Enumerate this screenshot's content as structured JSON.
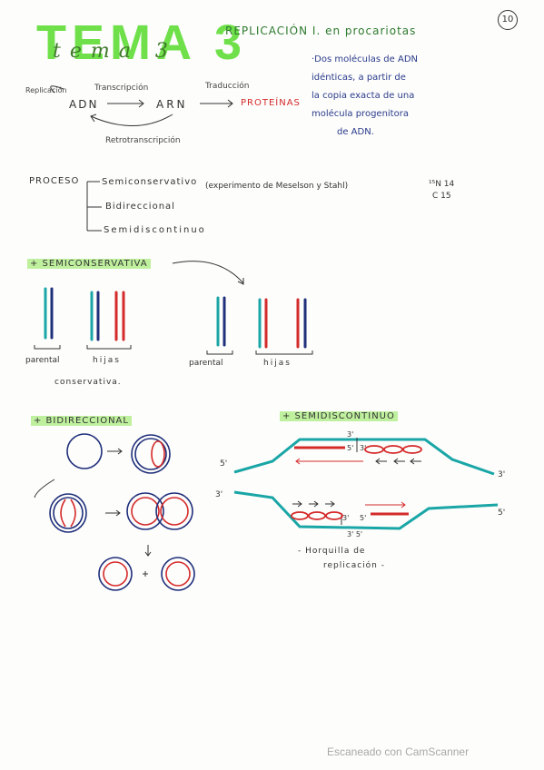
{
  "page_number": "10",
  "title": {
    "big": "TEMA 3",
    "script": "tema 3"
  },
  "subtitle": "REPLICACIÓN I. en procariotas",
  "definition": [
    "·Dos moléculas de ADN",
    "idénticas, a partir de",
    "la copia exacta de una",
    "molécula progenitora",
    "de ADN."
  ],
  "dogma": {
    "replicacion": "Replicación",
    "transcripcion": "Transcripción",
    "traduccion": "Traducción",
    "adn": "ADN",
    "arn": "ARN",
    "proteinas": "PROTEÍNAS",
    "retro": "Retrotranscripción"
  },
  "proceso": {
    "label": "PROCESO",
    "items": [
      "Semiconservativo",
      "Bidireccional",
      "Semidiscontinuo"
    ],
    "experiment": "(experimento de Meselson y Stahl)",
    "isotope1": "¹⁵N 14",
    "isotope2": "C 15"
  },
  "semiconservativa": {
    "heading": "+ SEMICONSERVATIVA",
    "parental_left": "parental",
    "hijas_left": "hijas",
    "conservativa": "conservativa.",
    "parental_right": "parental",
    "hijas_right": "hijas"
  },
  "bidireccional": {
    "heading": "+ BIDIRECCIONAL"
  },
  "semidiscontinuo": {
    "heading": "+ SEMIDISCONTINUO",
    "top_left_5": "5'",
    "top_right_3": "3'",
    "bottom_left_3": "3'",
    "bottom_right_5": "5'",
    "top_mid_3": "3'",
    "top_mid_5": "5'",
    "top_mid_3b": "3'",
    "bot_mid_3": "3'",
    "bot_mid_5": "5'",
    "bot_mid_bottom": "3' 5'",
    "caption1": "- Horquilla de",
    "caption2": "replicación -"
  },
  "footer": "Escaneado con CamScanner",
  "colors": {
    "ink": "#3a3a5a",
    "navy": "#1f2f7a",
    "teal": "#1aa6a6",
    "red": "#d42a2a",
    "green": "#33b233",
    "highlight": "#8ce650",
    "footer": "#9a9a9a"
  }
}
